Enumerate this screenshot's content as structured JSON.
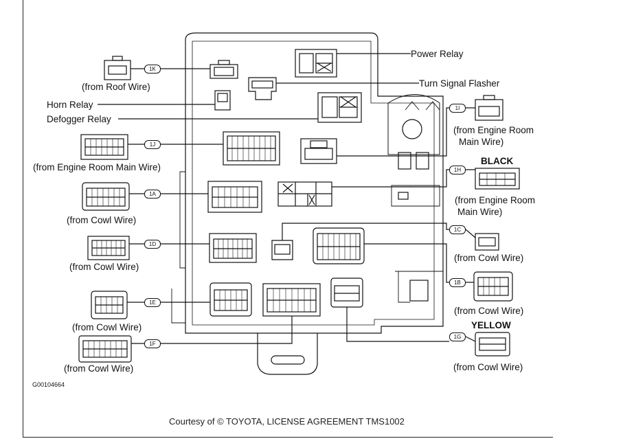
{
  "labels": {
    "power_relay": "Power Relay",
    "turn_signal_flasher": "Turn Signal Flasher",
    "horn_relay": "Horn Relay",
    "defogger_relay": "Defogger Relay",
    "from_roof_wire": "(from Roof Wire)",
    "from_engine_room_main_wire_left": "(from Engine Room Main Wire)",
    "from_cowl_wire_1a": "(from Cowl Wire)",
    "from_cowl_wire_1d": "(from Cowl Wire)",
    "from_cowl_wire_1e": "(from Cowl Wire)",
    "from_cowl_wire_1f": "(from Cowl Wire)",
    "from_engine_room_1i_line1": "(from Engine Room",
    "from_engine_room_1i_line2": "Main Wire)",
    "black": "BLACK",
    "from_engine_room_1h_line1": "(from Engine Room",
    "from_engine_room_1h_line2": "Main Wire)",
    "from_cowl_wire_1c": "(from Cowl Wire)",
    "from_cowl_wire_1b": "(from Cowl Wire)",
    "yellow": "YELLOW",
    "from_cowl_wire_1g": "(from Cowl Wire)"
  },
  "tags": {
    "t1k": "1K",
    "t1j": "1J",
    "t1a": "1A",
    "t1d": "1D",
    "t1e": "1E",
    "t1f": "1F",
    "t1i": "1I",
    "t1h": "1H",
    "t1c": "1C",
    "t1b": "1B",
    "t1g": "1G"
  },
  "figure_code": "G00104664",
  "credit": "Courtesy of © TOYOTA, LICENSE AGREEMENT TMS1002"
}
